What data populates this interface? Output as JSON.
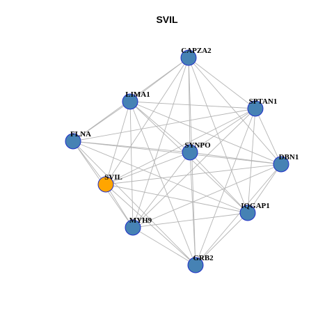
{
  "title": "SVIL",
  "colors": {
    "focus_node": "#ffa500",
    "node": "#4682b4",
    "node_border": "#1f2ec8",
    "edge": "#b4b4b4"
  },
  "nodes": [
    {
      "id": "CAPZA2",
      "label": "CAPZA2",
      "focus": false
    },
    {
      "id": "LIMA1",
      "label": "LIMA1",
      "focus": false
    },
    {
      "id": "SPTAN1",
      "label": "SPTAN1",
      "focus": false
    },
    {
      "id": "FLNA",
      "label": "FLNA",
      "focus": false
    },
    {
      "id": "SYNPO",
      "label": "SYNPO",
      "focus": false
    },
    {
      "id": "DBN1",
      "label": "DBN1",
      "focus": false
    },
    {
      "id": "SVIL",
      "label": "SVIL",
      "focus": true
    },
    {
      "id": "IQGAP1",
      "label": "IQGAP1",
      "focus": false
    },
    {
      "id": "MYH9",
      "label": "MYH9",
      "focus": false
    },
    {
      "id": "GRB2",
      "label": "GRB2",
      "focus": false
    }
  ],
  "edges": [
    [
      "CAPZA2",
      "LIMA1"
    ],
    [
      "CAPZA2",
      "FLNA"
    ],
    [
      "CAPZA2",
      "SVIL"
    ],
    [
      "CAPZA2",
      "SPTAN1"
    ],
    [
      "CAPZA2",
      "SYNPO"
    ],
    [
      "CAPZA2",
      "DBN1"
    ],
    [
      "CAPZA2",
      "IQGAP1"
    ],
    [
      "CAPZA2",
      "MYH9"
    ],
    [
      "CAPZA2",
      "GRB2"
    ],
    [
      "LIMA1",
      "FLNA"
    ],
    [
      "LIMA1",
      "SPTAN1"
    ],
    [
      "LIMA1",
      "SYNPO"
    ],
    [
      "LIMA1",
      "DBN1"
    ],
    [
      "LIMA1",
      "IQGAP1"
    ],
    [
      "LIMA1",
      "MYH9"
    ],
    [
      "LIMA1",
      "GRB2"
    ],
    [
      "LIMA1",
      "SVIL"
    ],
    [
      "SPTAN1",
      "SYNPO"
    ],
    [
      "SPTAN1",
      "DBN1"
    ],
    [
      "SPTAN1",
      "IQGAP1"
    ],
    [
      "SPTAN1",
      "MYH9"
    ],
    [
      "SPTAN1",
      "SVIL"
    ],
    [
      "SPTAN1",
      "GRB2"
    ],
    [
      "SPTAN1",
      "FLNA"
    ],
    [
      "FLNA",
      "SYNPO"
    ],
    [
      "FLNA",
      "DBN1"
    ],
    [
      "FLNA",
      "SVIL"
    ],
    [
      "FLNA",
      "MYH9"
    ],
    [
      "FLNA",
      "GRB2"
    ],
    [
      "FLNA",
      "IQGAP1"
    ],
    [
      "SYNPO",
      "DBN1"
    ],
    [
      "SYNPO",
      "SVIL"
    ],
    [
      "SYNPO",
      "IQGAP1"
    ],
    [
      "SYNPO",
      "MYH9"
    ],
    [
      "SYNPO",
      "GRB2"
    ],
    [
      "DBN1",
      "SVIL"
    ],
    [
      "DBN1",
      "IQGAP1"
    ],
    [
      "DBN1",
      "MYH9"
    ],
    [
      "DBN1",
      "GRB2"
    ],
    [
      "SVIL",
      "IQGAP1"
    ],
    [
      "SVIL",
      "MYH9"
    ],
    [
      "SVIL",
      "GRB2"
    ],
    [
      "IQGAP1",
      "MYH9"
    ],
    [
      "IQGAP1",
      "GRB2"
    ],
    [
      "MYH9",
      "GRB2"
    ]
  ]
}
